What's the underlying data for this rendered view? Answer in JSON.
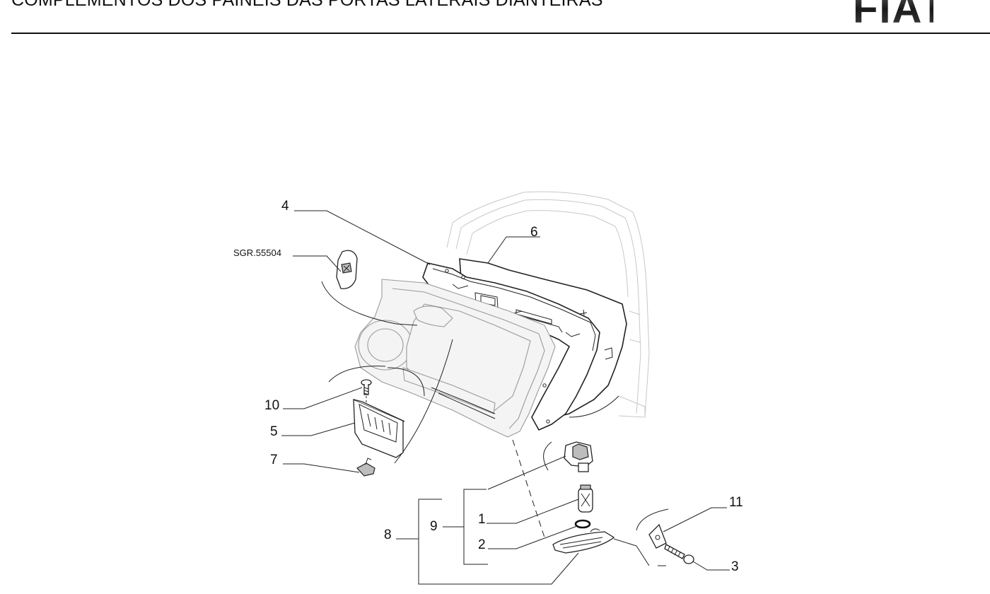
{
  "header": {
    "title": "COMPLEMENTOS DOS PAINEIS DAS PORTAS LATERAIS DIANTEIRAS",
    "logo_text": "FIAT"
  },
  "diagram": {
    "reference_code": "SGR.55504",
    "callouts": {
      "c1": "1",
      "c2": "2",
      "c3": "3",
      "c4": "4",
      "c5": "5",
      "c6": "6",
      "c7": "7",
      "c8": "8",
      "c9": "9",
      "c10": "10",
      "c11": "11"
    }
  }
}
